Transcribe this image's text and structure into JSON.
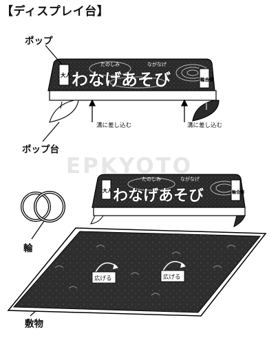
{
  "heading": "【ディスプレイ台】",
  "labels": {
    "pop": "ポップ",
    "pop_stand": "ポップ台",
    "ring": "輪",
    "mat": "敷物"
  },
  "notes": {
    "insert_left": "溝に差し込む",
    "insert_right": "溝に差し込む",
    "spread_left": "広げる",
    "spread_right": "広げる"
  },
  "banner": {
    "badge_left": "大人",
    "title": "わなげあそび",
    "furigana_1": "たのしみ",
    "furigana_2": "ながなげ",
    "badge_right": "輪合様"
  },
  "watermark": "EPKYOTO"
}
